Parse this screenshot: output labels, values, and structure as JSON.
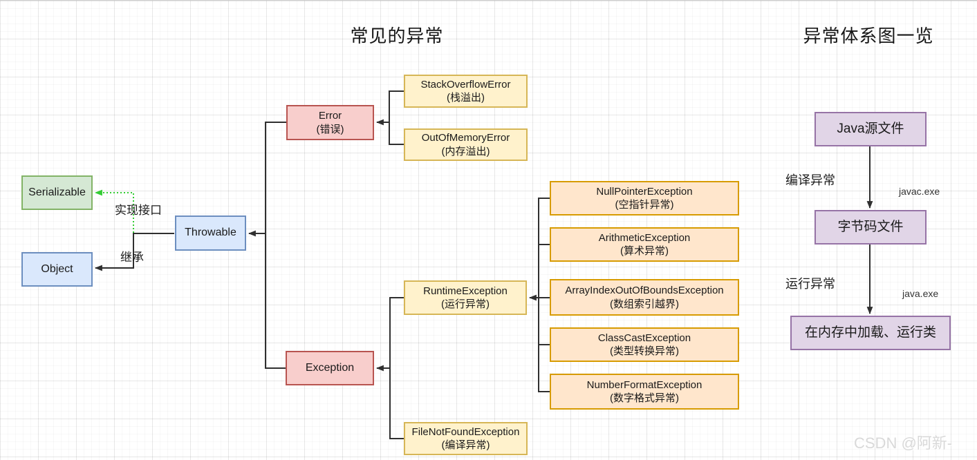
{
  "titles": {
    "main": "常见的异常",
    "side": "异常体系图一览"
  },
  "nodes": {
    "serializable": {
      "label": "Serializable"
    },
    "object": {
      "label": "Object"
    },
    "throwable": {
      "label": "Throwable"
    },
    "error": {
      "label": "Error",
      "sublabel": "(错误)"
    },
    "exception": {
      "label": "Exception"
    },
    "stack_overflow": {
      "label": "StackOverflowError",
      "sublabel": "(栈溢出)"
    },
    "out_of_memory": {
      "label": "OutOfMemoryError",
      "sublabel": "(内存溢出)"
    },
    "runtime": {
      "label": "RuntimeException",
      "sublabel": "(运行异常)"
    },
    "file_not_found": {
      "label": "FileNotFoundException",
      "sublabel": "(编译异常)"
    },
    "null_pointer": {
      "label": "NullPointerException",
      "sublabel": "(空指针异常)"
    },
    "arithmetic": {
      "label": "ArithmeticException",
      "sublabel": "(算术异常)"
    },
    "array_index": {
      "label": "ArrayIndexOutOfBoundsException",
      "sublabel": "(数组索引越界)"
    },
    "class_cast": {
      "label": "ClassCastException",
      "sublabel": "(类型转换异常)"
    },
    "number_format": {
      "label": "NumberFormatException",
      "sublabel": "(数字格式异常)"
    },
    "java_source": {
      "label": "Java源文件"
    },
    "bytecode": {
      "label": "字节码文件"
    },
    "memory_load": {
      "label": "在内存中加载、运行类"
    }
  },
  "labels": {
    "implement": "实现接口",
    "inherit": "继承",
    "compile": "编译异常",
    "javac": "javac.exe",
    "run": "运行异常",
    "java": "java.exe"
  },
  "watermark": {
    "text": "CSDN @阿新-"
  },
  "colors": {
    "green_fill": "#d5e8d4",
    "green_border": "#82b366",
    "blue_fill": "#dae8fc",
    "blue_border": "#6c8ebf",
    "red_fill": "#f8cecc",
    "red_border": "#b85450",
    "yellow_fill": "#fff2cc",
    "yellow_border": "#d6b656",
    "orange_fill": "#ffe6cc",
    "orange_border": "#d79b00",
    "purple_fill": "#e1d5e7",
    "purple_border": "#9673a6",
    "edge": "#2f2f2f",
    "implements_edge": "#33cc33"
  }
}
